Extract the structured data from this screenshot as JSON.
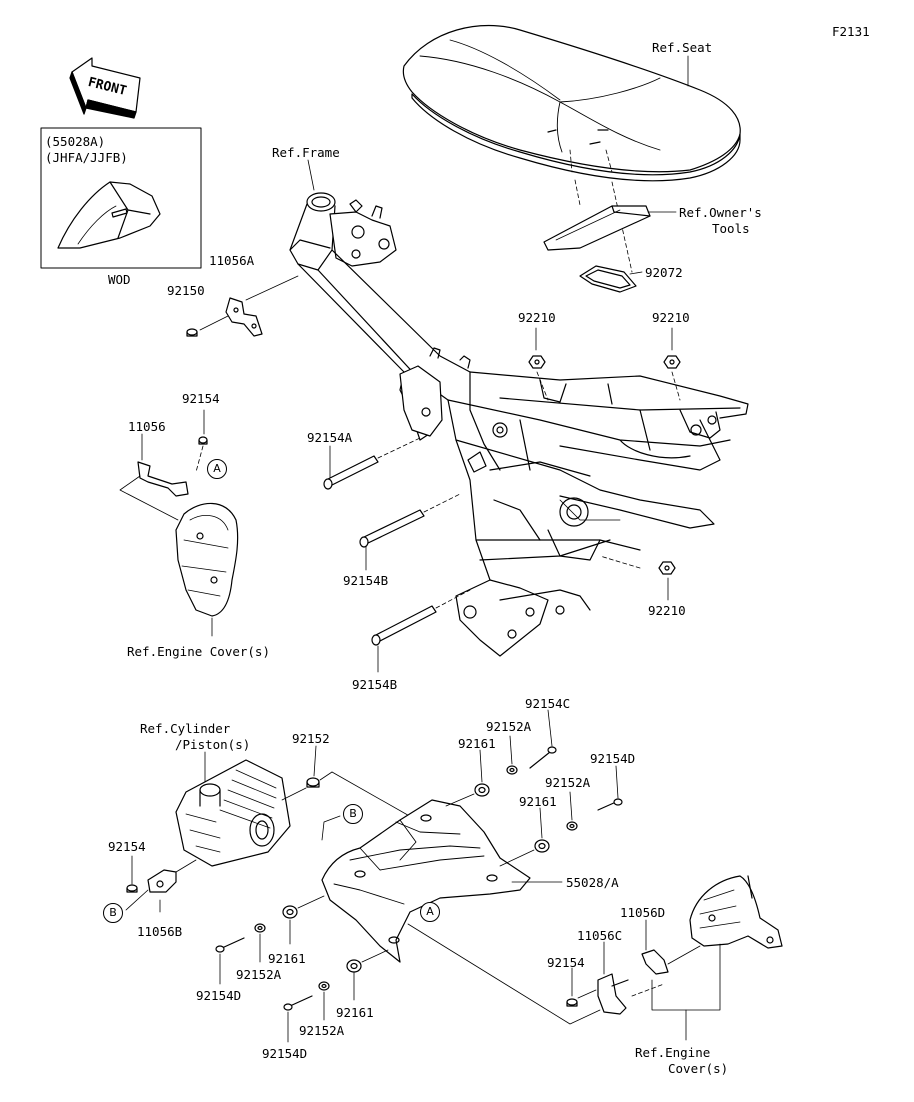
{
  "page_code": "F2131",
  "front_arrow_text": "FRONT",
  "inset": {
    "lines": [
      "(55028A)",
      "(JHFA/JJFB)"
    ],
    "caption": "WOD"
  },
  "refs": {
    "seat": "Ref.Seat",
    "frame": "Ref.Frame",
    "owners_tools_1": "Ref.Owner's",
    "owners_tools_2": "Tools",
    "engine_cover_left": "Ref.Engine Cover(s)",
    "cylinder_1": "Ref.Cylinder",
    "cylinder_2": "/Piston(s)",
    "engine_cover_right_1": "Ref.Engine",
    "engine_cover_right_2": "Cover(s)"
  },
  "callouts": {
    "a": "A",
    "b": "B"
  },
  "parts": {
    "p92072": "92072",
    "p11056A": "11056A",
    "p92150": "92150",
    "p92210": "92210",
    "p92154": "92154",
    "p11056": "11056",
    "p92154A": "92154A",
    "p92154B": "92154B",
    "p92154C": "92154C",
    "p92152A": "92152A",
    "p92161": "92161",
    "p92152": "92152",
    "p92154D": "92154D",
    "p55028A": "55028/A",
    "p11056B": "11056B",
    "p11056D": "11056D",
    "p11056C": "11056C"
  }
}
